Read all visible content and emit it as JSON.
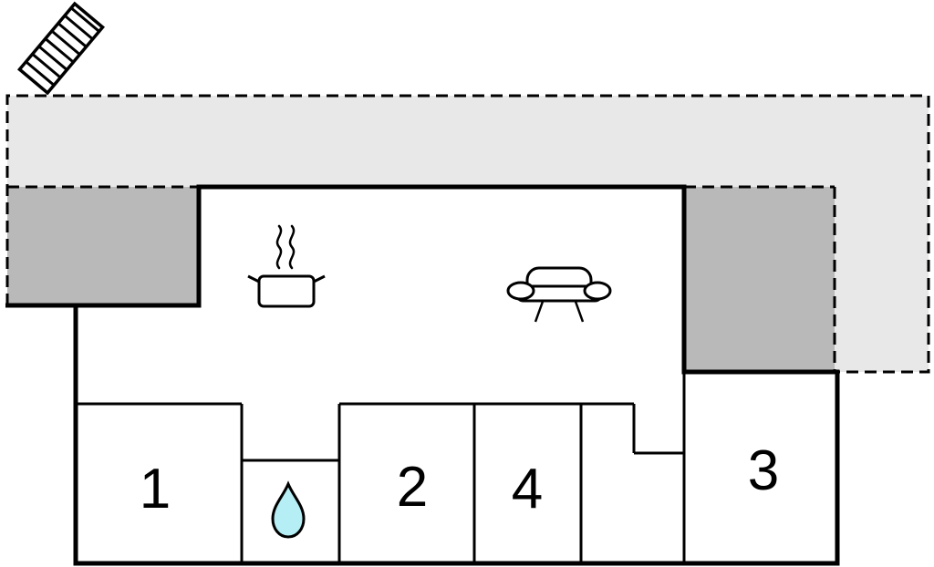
{
  "title": "vacation-home-floor-plan",
  "rooms": [
    {
      "label": "1"
    },
    {
      "label": "2"
    },
    {
      "label": "4"
    },
    {
      "label": "3"
    }
  ],
  "colors": {
    "background": "#ffffff",
    "terrace_light": "#e8e8e8",
    "terrace_dark": "#b9b9b9",
    "wall": "#000000",
    "water_drop": "#b5eef5"
  },
  "icons": {
    "stairs": "stairs-icon",
    "stove": "stove-icon",
    "sofa": "sofa-icon",
    "water_drop": "water-drop-icon"
  }
}
